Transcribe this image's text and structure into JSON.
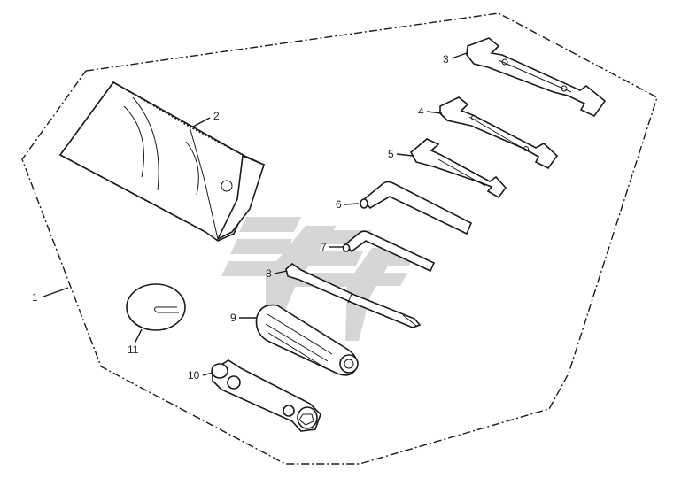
{
  "callouts": [
    "1",
    "2",
    "3",
    "4",
    "5",
    "6",
    "7",
    "8",
    "9",
    "10",
    "11"
  ],
  "colors": {
    "ink": "#1a1a1a",
    "watermark": "#d6d6d6",
    "background": "#ffffff"
  }
}
